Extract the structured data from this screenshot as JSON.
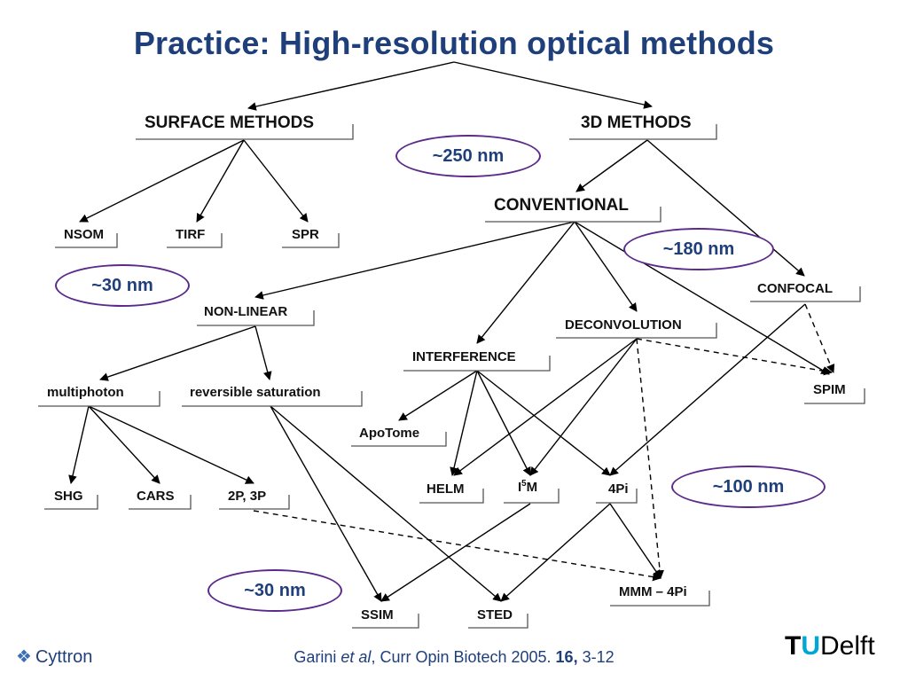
{
  "title": "Practice: High-resolution optical methods",
  "nodes": {
    "surface_methods": "SURFACE METHODS",
    "methods_3d": "3D METHODS",
    "conventional": "CONVENTIONAL",
    "nsom": "NSOM",
    "tirf": "TIRF",
    "spr": "SPR",
    "confocal": "CONFOCAL",
    "non_linear": "NON-LINEAR",
    "deconvolution": "DECONVOLUTION",
    "interference": "INTERFERENCE",
    "spim": "SPIM",
    "multiphoton": "multiphoton",
    "reversible_saturation": "reversible saturation",
    "apotome": "ApoTome",
    "shg": "SHG",
    "cars": "CARS",
    "two_three_p": "2P, 3P",
    "helm": "HELM",
    "i5m_base": "I",
    "i5m_sup": "5",
    "i5m_tail": "M",
    "fourpi": "4Pi",
    "mmm_4pi": "MMM – 4Pi",
    "ssim": "SSIM",
    "sted": "STED"
  },
  "badges": {
    "b250": "~250 nm",
    "b180": "~180 nm",
    "b30_top": "~30 nm",
    "b100": "~100 nm",
    "b30_bottom": "~30 nm"
  },
  "footer": {
    "brand": "Cyttron",
    "citation_author": "Garini ",
    "citation_etal": "et al",
    "citation_rest": ", Curr Opin Biotech 2005. ",
    "citation_volume": "16,",
    "citation_pages": " 3-12",
    "logo_tu": "TU",
    "logo_delft": "Delft"
  },
  "colors": {
    "title": "#1f3f7a",
    "badge_border": "#5b2a8a",
    "logo_accent": "#00a6d6"
  }
}
